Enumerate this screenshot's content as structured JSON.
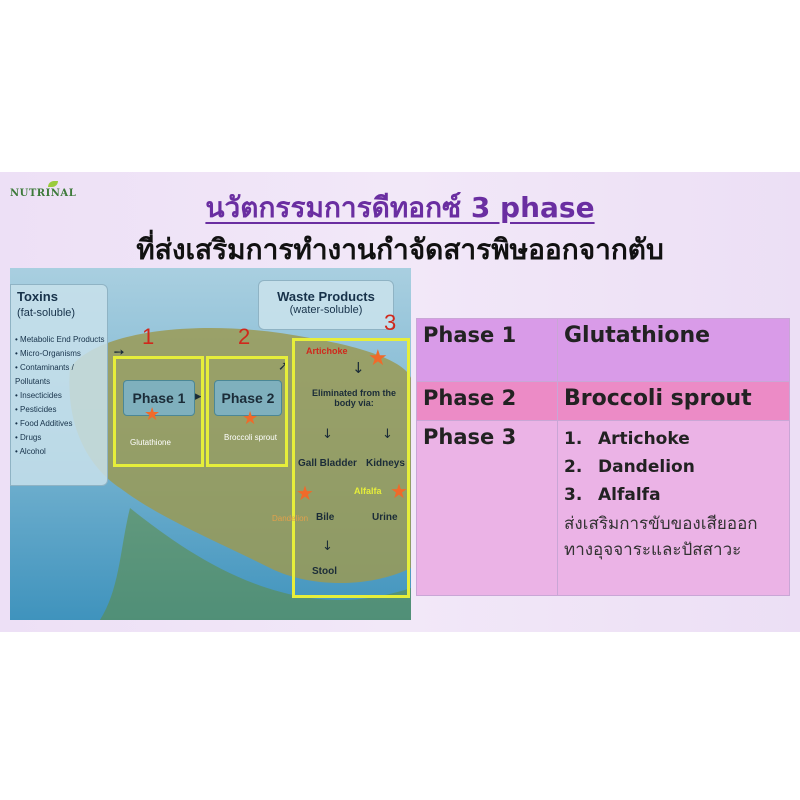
{
  "brand": "NUTRINAL",
  "title": {
    "line1": "นวัตกรรมการดีทอกซ์ 3 phase",
    "line2": "ที่ส่งเสริมการทำงานกำจัดสารพิษออกจากตับ"
  },
  "diagram": {
    "toxins": {
      "title": "Toxins",
      "subtitle": "(fat-soluble)",
      "items": [
        "Metabolic End Products",
        "Micro-Organisms",
        "Contaminants / Pollutants",
        "Insecticides",
        "Pesticides",
        "Food Additives",
        "Drugs",
        "Alcohol"
      ]
    },
    "waste": {
      "title": "Waste Products",
      "subtitle": "(water-soluble)"
    },
    "numbers": [
      "1",
      "2",
      "3"
    ],
    "phase1": {
      "label": "Phase 1",
      "sub": "Glutathione"
    },
    "phase2": {
      "label": "Phase 2",
      "sub": "Broccoli sprout"
    },
    "artichoke": "Artichoke",
    "eliminated": "Eliminated from the body via:",
    "gall_bladder": "Gall Bladder",
    "kidneys": "Kidneys",
    "alfalfa": "Alfalfa",
    "dandelion": "Dandelion",
    "bile": "Bile",
    "urine": "Urine",
    "stool": "Stool"
  },
  "table": {
    "rows": [
      {
        "phase": "Phase 1",
        "value": "Glutathione"
      },
      {
        "phase": "Phase 2",
        "value": "Broccoli sprout"
      },
      {
        "phase": "Phase 3",
        "items": [
          {
            "num": "1.",
            "text": "Artichoke"
          },
          {
            "num": "2.",
            "text": "Dandelion"
          },
          {
            "num": "3.",
            "text": "Alfalfa"
          }
        ],
        "note": "ส่งเสริมการขับของเสียออกทางอุจจาระและปัสสาวะ"
      }
    ]
  },
  "colors": {
    "title_purple": "#6a2ea1",
    "row1": "#d99be8",
    "row2": "#ec8bc6",
    "row3": "#ebb3e6",
    "highlight_box": "#e6ee3a",
    "star": "#f06a2a",
    "number_red": "#d0281c"
  }
}
